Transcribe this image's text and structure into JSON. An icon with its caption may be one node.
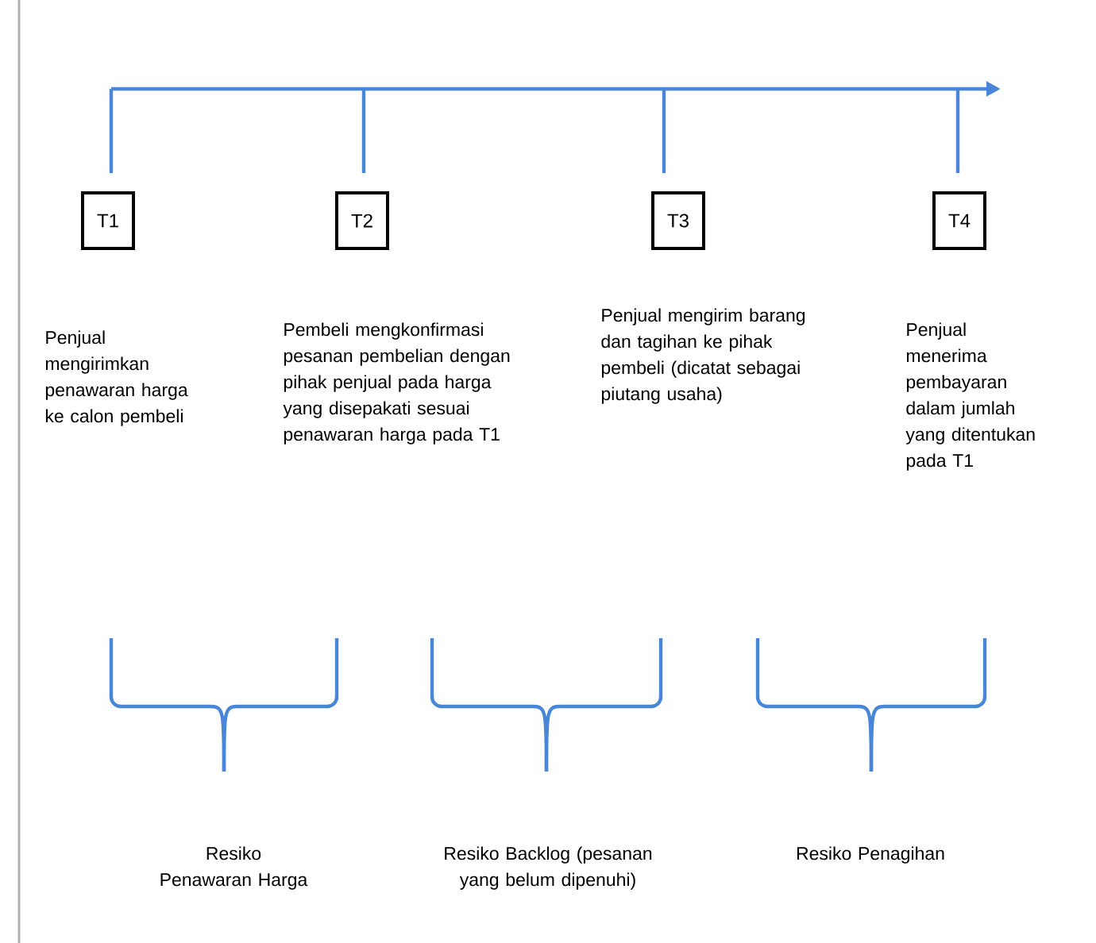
{
  "diagram": {
    "nodes": [
      {
        "text": [
          "T1"
        ]
      },
      {
        "text": [
          "T2"
        ]
      },
      {
        "text": [
          "T3"
        ]
      },
      {
        "text": [
          "T4"
        ]
      }
    ],
    "labels": [
      "Penjual mengirimkan penawaran harga ke calon pembeli",
      "Pembeli mengkonfirmasi pesanan pembelian dengan pihak penjual pada harga yang disepakati sesuai penawaran harga pada T1",
      "Penjual mengirim barang dan tagihan ke pihak pembeli (dicatat sebagai piutang usaha)",
      "Penjual menerima pembayaran dalam jumlah yang ditentukan pada T1",
      "Resiko Penawaran Harga",
      "Resiko Backlog (pesanan yang belum dipenuhi)",
      "Resiko Penagihan"
    ]
  }
}
